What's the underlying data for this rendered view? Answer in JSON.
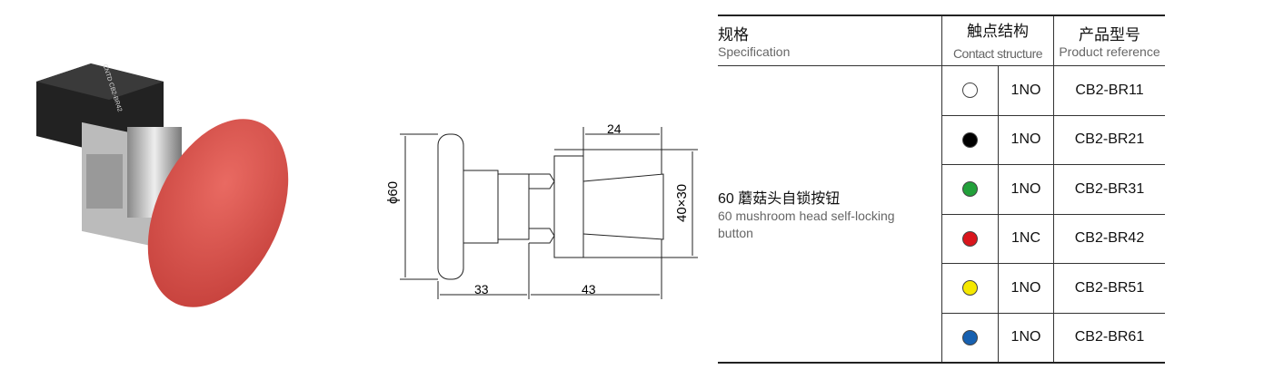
{
  "drawing": {
    "diameter": "ϕ60",
    "width_24": "24",
    "height_40x30": "40×30",
    "len_33": "33",
    "len_43": "43"
  },
  "product_label_text": "CNTD CB2-BR42",
  "table": {
    "headers": [
      {
        "cn": "规格",
        "en": "Specification"
      },
      {
        "cn": "触点结构",
        "en": "Contact structure"
      },
      {
        "cn": "产品型号",
        "en": "Product reference"
      }
    ],
    "spec": {
      "cn": "60 蘑菇头自锁按钮",
      "en": "60 mushroom head self-locking button"
    },
    "rows": [
      {
        "color": "#ffffff",
        "contact": "1NO",
        "ref": "CB2-BR11"
      },
      {
        "color": "#000000",
        "contact": "1NO",
        "ref": "CB2-BR21"
      },
      {
        "color": "#22a03a",
        "contact": "1NO",
        "ref": "CB2-BR31"
      },
      {
        "color": "#d9151c",
        "contact": "1NC",
        "ref": "CB2-BR42"
      },
      {
        "color": "#f5e800",
        "contact": "1NO",
        "ref": "CB2-BR51"
      },
      {
        "color": "#1660b0",
        "contact": "1NO",
        "ref": "CB2-BR61"
      }
    ]
  }
}
